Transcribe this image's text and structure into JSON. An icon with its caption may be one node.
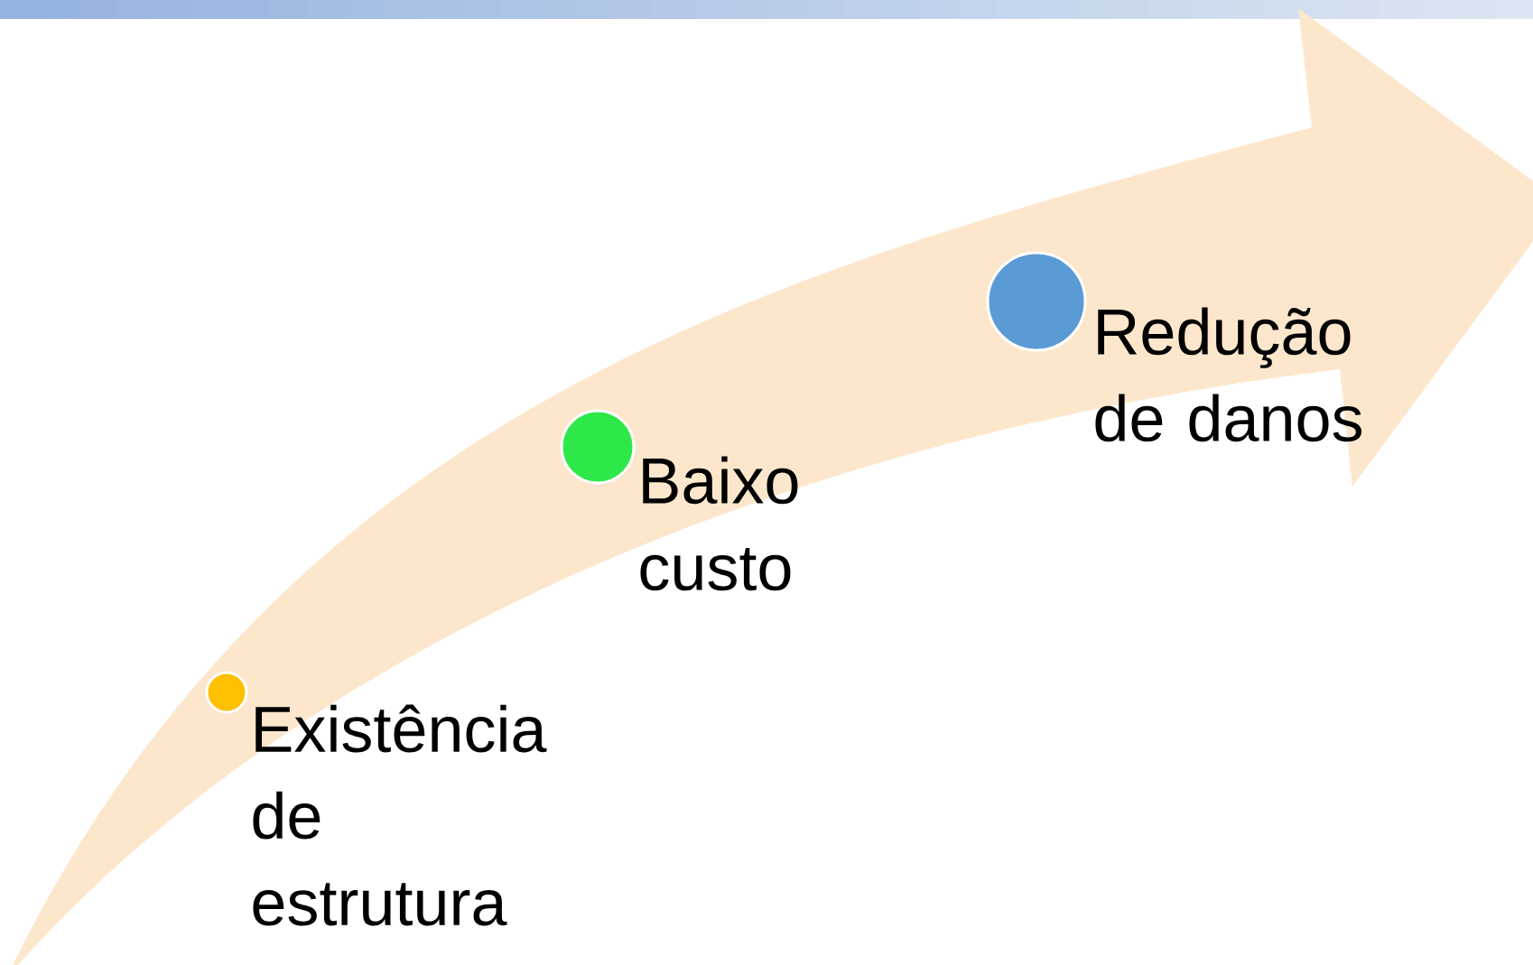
{
  "diagram": {
    "nodes": [
      {
        "text": [],
        "shape": "circle",
        "beside": [
          "Existência de estrutura"
        ]
      },
      {
        "text": [],
        "shape": "circle",
        "beside": [
          "Baixo custo"
        ]
      },
      {
        "text": [],
        "shape": "circle",
        "beside": [
          "Redução de danos"
        ]
      }
    ]
  }
}
